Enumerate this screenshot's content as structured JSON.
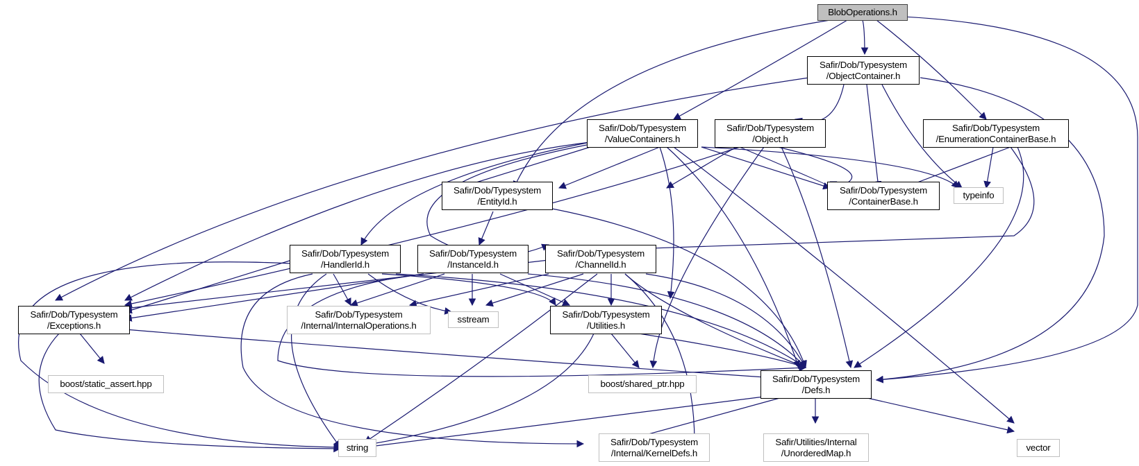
{
  "title": "BlobOperations.h include dependency graph",
  "colors": {
    "edge": "#191970",
    "node_border": "#000000",
    "ext_border": "#bfbfbf",
    "root_fill": "#bfbfbf"
  },
  "nodes": {
    "blob": [
      "BlobOperations.h"
    ],
    "objcont": [
      "Safir/Dob/Typesystem",
      "/ObjectContainer.h"
    ],
    "valcont": [
      "Safir/Dob/Typesystem",
      "/ValueContainers.h"
    ],
    "object": [
      "Safir/Dob/Typesystem",
      "/Object.h"
    ],
    "enumcont": [
      "Safir/Dob/Typesystem",
      "/EnumerationContainerBase.h"
    ],
    "entityid": [
      "Safir/Dob/Typesystem",
      "/EntityId.h"
    ],
    "contbase": [
      "Safir/Dob/Typesystem",
      "/ContainerBase.h"
    ],
    "typeinfo": [
      "typeinfo"
    ],
    "handlerid": [
      "Safir/Dob/Typesystem",
      "/HandlerId.h"
    ],
    "instanceid": [
      "Safir/Dob/Typesystem",
      "/InstanceId.h"
    ],
    "channelid": [
      "Safir/Dob/Typesystem",
      "/ChannelId.h"
    ],
    "exceptions": [
      "Safir/Dob/Typesystem",
      "/Exceptions.h"
    ],
    "internalops": [
      "Safir/Dob/Typesystem",
      "/Internal/InternalOperations.h"
    ],
    "sstream": [
      "sstream"
    ],
    "utilities": [
      "Safir/Dob/Typesystem",
      "/Utilities.h"
    ],
    "staticassert": [
      "boost/static_assert.hpp"
    ],
    "sharedptr": [
      "boost/shared_ptr.hpp"
    ],
    "defs": [
      "Safir/Dob/Typesystem",
      "/Defs.h"
    ],
    "string": [
      "string"
    ],
    "kerneldefs": [
      "Safir/Dob/Typesystem",
      "/Internal/KernelDefs.h"
    ],
    "unorderedmap": [
      "Safir/Utilities/Internal",
      "/UnorderedMap.h"
    ],
    "vector": [
      "vector"
    ]
  }
}
